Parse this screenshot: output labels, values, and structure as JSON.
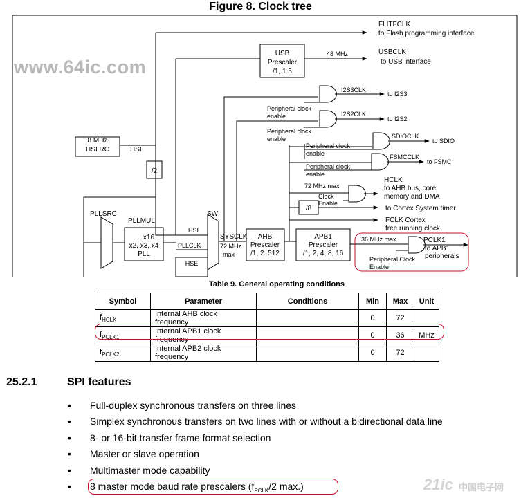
{
  "figure": {
    "title": "Figure 8. Clock tree",
    "watermark": "www.64ic.com",
    "outputs": {
      "flitfclk": "FLITFCLK",
      "flitfclk_desc": "to Flash programming interface",
      "usbclk": "USBCLK",
      "usbclk_desc": "to USB interface",
      "freq_48": "48 MHz",
      "i2s3clk": "I2S3CLK",
      "to_i2s3": "to I2S3",
      "i2s2clk": "I2S2CLK",
      "to_i2s2": "to I2S2",
      "sdioclk": "SDIOCLK",
      "to_sdio": "to SDIO",
      "fsmcclk": "FSMCCLK",
      "to_fsmc": "to FSMC",
      "hclk": "HCLK",
      "hclk_desc1": "to AHB bus, core,",
      "hclk_desc2": "memory and DMA",
      "freq_72_max": "72 MHz max",
      "cortex_timer": "to Cortex System timer",
      "fclk1": "FCLK Cortex",
      "fclk2": "free running clock",
      "pclk1": "PCLK1",
      "pclk1_desc1": "to APB1",
      "pclk1_desc2": "peripherals",
      "freq_36_max": "36 MHz max"
    },
    "enables": {
      "pce_l1": "Peripheral clock",
      "pce_l2": "enable",
      "clock": "Clock",
      "enable": "Enable",
      "pce_pclk1_l1": "Peripheral Clock",
      "pce_pclk1_l2": "Enable"
    },
    "blocks": {
      "usb_l1": "USB",
      "usb_l2": "Prescaler",
      "usb_l3": "/1, 1.5",
      "hsi_rc_l1": "8 MHz",
      "hsi_rc_l2": "HSI RC",
      "hsi_out": "HSI",
      "div2": "/2",
      "pllsrc": "PLLSRC",
      "pllmul": "PLLMUL",
      "pll_l1": "..., x16",
      "pll_l2": "x2, x3, x4",
      "pll_l3": "PLL",
      "pllclk": "PLLCLK",
      "sw": "SW",
      "sw_hsi": "HSI",
      "sw_hse": "HSE",
      "sysclk": "SYSCLK",
      "sysclk_f1": "72 MHz",
      "sysclk_f2": "max",
      "ahb_l1": "AHB",
      "ahb_l2": "Prescaler",
      "ahb_l3": "/1, 2..512",
      "apb1_l1": "APB1",
      "apb1_l2": "Prescaler",
      "apb1_l3": "/1, 2, 4, 8, 16",
      "div8": "/8"
    }
  },
  "table": {
    "title": "Table 9. General operating conditions",
    "headers": [
      "Symbol",
      "Parameter",
      "Conditions",
      "Min",
      "Max",
      "Unit"
    ],
    "rows": [
      {
        "sym": "f",
        "sub": "HCLK",
        "param": "Internal AHB clock frequency",
        "cond": "",
        "min": "0",
        "max": "72",
        "unit": ""
      },
      {
        "sym": "f",
        "sub": "PCLK1",
        "param": "Internal APB1 clock frequency",
        "cond": "",
        "min": "0",
        "max": "36",
        "unit": "MHz"
      },
      {
        "sym": "f",
        "sub": "PCLK2",
        "param": "Internal APB2 clock frequency",
        "cond": "",
        "min": "0",
        "max": "72",
        "unit": ""
      }
    ]
  },
  "section": {
    "number": "25.2.1",
    "title": "SPI features",
    "bullet": "•",
    "items": [
      "Full-duplex synchronous transfers on three lines",
      "Simplex synchronous transfers on two lines with or without a bidirectional data line",
      "8- or 16-bit transfer frame format selection",
      "Master or slave operation",
      "Multimaster mode capability"
    ],
    "last_item_pre": "8 master mode baud rate prescalers (f",
    "last_item_sub": "PCLK",
    "last_item_post": "/2 max.)"
  },
  "corner_watermark": {
    "brand": "21ic",
    "site": "中国电子网"
  },
  "colors": {
    "highlight": "#c8102e",
    "watermark": "#b9b9b9"
  }
}
